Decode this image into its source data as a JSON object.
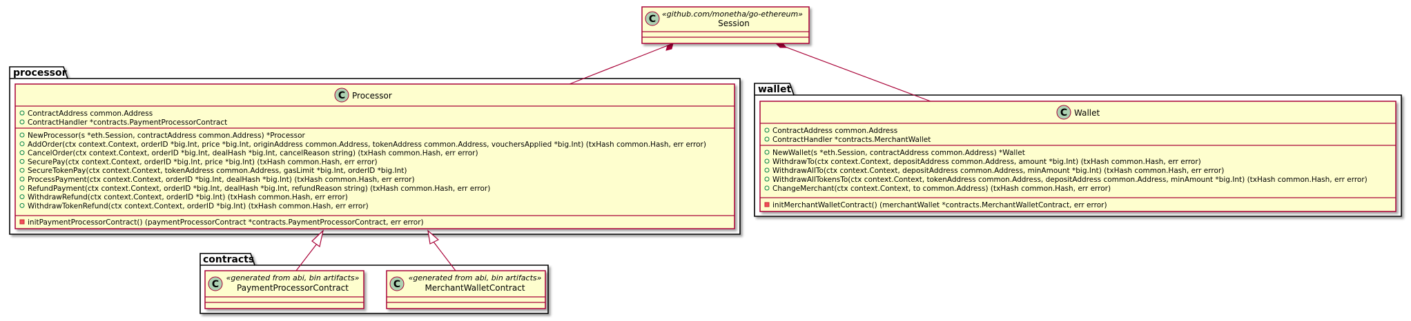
{
  "colors": {
    "class_fill": "#FEFECE",
    "class_border": "#A80036",
    "link": "#A80036",
    "package_border": "#000000",
    "circle_fill": "#ADD1B2",
    "public_marker": "#038048",
    "private_marker": "#C82930"
  },
  "packages": {
    "processor": "processor",
    "wallet": "wallet",
    "contracts": "contracts"
  },
  "classes": {
    "session": {
      "icon": "C",
      "stereotype": "«github.com/monetha/go-ethereum»",
      "name": "Session"
    },
    "processor": {
      "icon": "C",
      "name": "Processor",
      "fields": [
        "ContractAddress common.Address",
        "ContractHandler *contracts.PaymentProcessorContract"
      ],
      "methods": [
        "NewProcessor(s *eth.Session, contractAddress common.Address) *Processor",
        "AddOrder(ctx context.Context, orderID *big.Int, price *big.Int, originAddress common.Address, tokenAddress common.Address, vouchersApplied *big.Int) (txHash common.Hash, err error)",
        "CancelOrder(ctx context.Context, orderID *big.Int, dealHash *big.Int, cancelReason string) (txHash common.Hash, err error)",
        "SecurePay(ctx context.Context, orderID *big.Int, price *big.Int) (txHash common.Hash, err error)",
        "SecureTokenPay(ctx context.Context, tokenAddress common.Address, gasLimit *big.Int, orderID *big.Int)",
        "ProcessPayment(ctx context.Context, orderID *big.Int, dealHash *big.Int) (txHash common.Hash, err error)",
        "RefundPayment(ctx context.Context, orderID *big.Int, dealHash *big.Int, refundReason string) (txHash common.Hash, err error)",
        "WithdrawRefund(ctx context.Context, orderID *big.Int) (txHash common.Hash, err error)",
        "WithdrawTokenRefund(ctx context.Context, orderID *big.Int) (txHash common.Hash, err error)"
      ],
      "private_methods": [
        "initPaymentProcessorContract() (paymentProcessorContract *contracts.PaymentProcessorContract, err error)"
      ]
    },
    "wallet": {
      "icon": "C",
      "name": "Wallet",
      "fields": [
        "ContractAddress common.Address",
        "ContractHandler *contracts.MerchantWallet"
      ],
      "methods": [
        "NewWallet(s *eth.Session, contractAddress common.Address) *Wallet",
        "WithdrawTo(ctx context.Context, depositAddress common.Address, amount *big.Int) (txHash common.Hash, err error)",
        "WithdrawAllTo(ctx context.Context, depositAddress common.Address, minAmount *big.Int) (txHash common.Hash, err error)",
        "WithdrawAllTokensTo(ctx context.Context, tokenAddress common.Address, depositAddress common.Address, minAmount *big.Int) (txHash common.Hash, err error)",
        "ChangeMerchant(ctx context.Context, to common.Address) (txHash common.Hash, err error)"
      ],
      "private_methods": [
        "initMerchantWalletContract() (merchantWallet *contracts.MerchantWalletContract, err error)"
      ]
    },
    "payment_processor_contract": {
      "icon": "C",
      "stereotype": "«generated from abi, bin artifacts»",
      "name": "PaymentProcessorContract"
    },
    "merchant_wallet_contract": {
      "icon": "C",
      "stereotype": "«generated from abi, bin artifacts»",
      "name": "MerchantWalletContract"
    }
  }
}
